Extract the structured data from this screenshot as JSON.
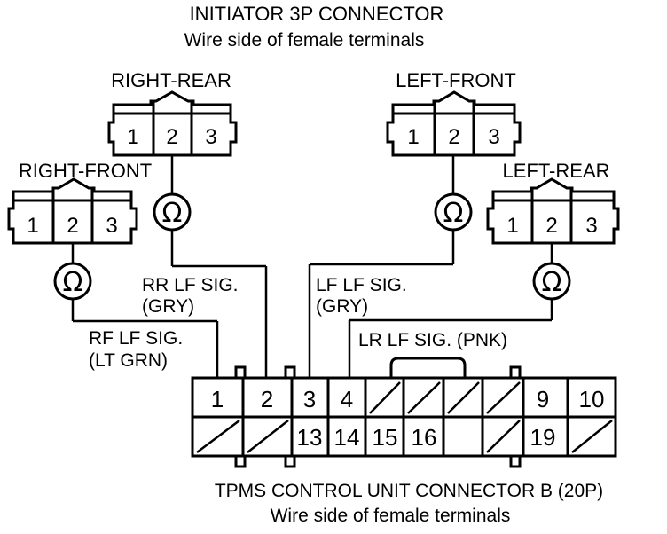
{
  "header": {
    "title": "INITIATOR 3P CONNECTOR",
    "subtitle": "Wire side of female terminals"
  },
  "initiators": {
    "right_rear": {
      "label": "RIGHT-REAR",
      "pins": [
        "1",
        "2",
        "3"
      ]
    },
    "left_front": {
      "label": "LEFT-FRONT",
      "pins": [
        "1",
        "2",
        "3"
      ]
    },
    "right_front": {
      "label": "RIGHT-FRONT",
      "pins": [
        "1",
        "2",
        "3"
      ]
    },
    "left_rear": {
      "label": "LEFT-REAR",
      "pins": [
        "1",
        "2",
        "3"
      ]
    }
  },
  "ohm_symbol": "Ω",
  "signals": {
    "rr": {
      "name": "RR LF SIG.",
      "color": "(GRY)"
    },
    "lf": {
      "name": "LF LF SIG.",
      "color": "(GRY)"
    },
    "rf": {
      "name": "RF LF SIG.",
      "color": "(LT GRN)"
    },
    "lr": {
      "name": "LR LF SIG. (PNK)"
    }
  },
  "control_unit": {
    "top_row": [
      "1",
      "2",
      "3",
      "4",
      "",
      "",
      "",
      "",
      "9",
      "10"
    ],
    "bottom_row": [
      "",
      "",
      "13",
      "14",
      "15",
      "16",
      "",
      "",
      "19",
      ""
    ],
    "footer_title": "TPMS CONTROL UNIT CONNECTOR B (20P)",
    "footer_subtitle": "Wire side of female terminals"
  }
}
